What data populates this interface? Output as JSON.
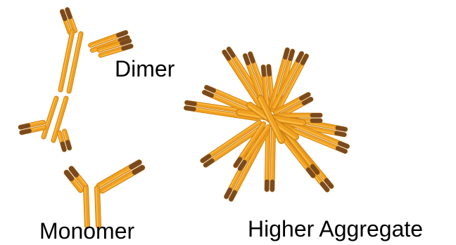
{
  "labels": {
    "dimer": "Dimer",
    "monomer": "Monomer",
    "higher_aggregate": "Higher Aggregate"
  },
  "colors": {
    "arm": "#f0a020",
    "arm_highlight": "#ffc14d",
    "arm_shadow": "#c97e12",
    "tip": "#7a4a1e",
    "label": "#000000",
    "background": "#ffffff"
  }
}
